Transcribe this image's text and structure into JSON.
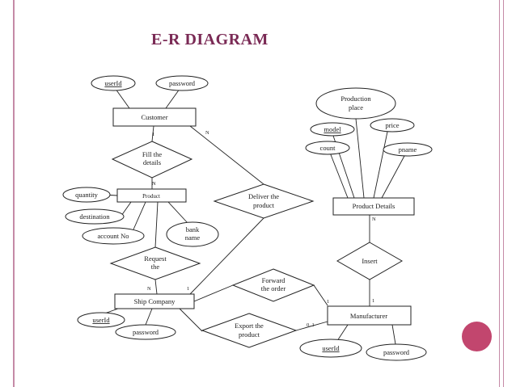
{
  "title": "E-R DIAGRAM",
  "colors": {
    "title": "#7a2a55",
    "border": "#c58aa7",
    "accent_dot": "#c2466e"
  },
  "entities": {
    "customer": "Customer",
    "product": "Product",
    "product_details": "Product Details",
    "ship_company": "Ship Company",
    "manufacturer": "Manufacturer"
  },
  "relationships": {
    "fill_the_details": [
      "Fill the",
      "details"
    ],
    "deliver_the_product": [
      "Deliver the",
      "product"
    ],
    "request_the": [
      "Request",
      "the"
    ],
    "forward_the_order": [
      "Forward",
      "the order"
    ],
    "export_the_product": [
      "Export the",
      "product"
    ],
    "insert": [
      "Insert"
    ]
  },
  "attributes": {
    "customer_userid": "userId",
    "customer_password": "password",
    "production_place": [
      "Production",
      "place"
    ],
    "model": "model",
    "price": "price",
    "count": "count",
    "pname": "pname",
    "quantity": "quantity",
    "destination": "destination",
    "account_no": "account No",
    "bank_name": [
      "bank",
      "name"
    ],
    "ship_userid": "userId",
    "ship_password": "password",
    "manufacturer_userid": "userId",
    "manufacturer_password": "password"
  },
  "cardinalities": {
    "customer_fill": "1",
    "customer_deliver": "N",
    "fill_product": "N",
    "details_insert": "N",
    "request_ship": "N",
    "deliver_ship": "1",
    "insert_manufacturer": "1",
    "forward_manufacturer": "1",
    "export_manufacturer": "0..1"
  }
}
